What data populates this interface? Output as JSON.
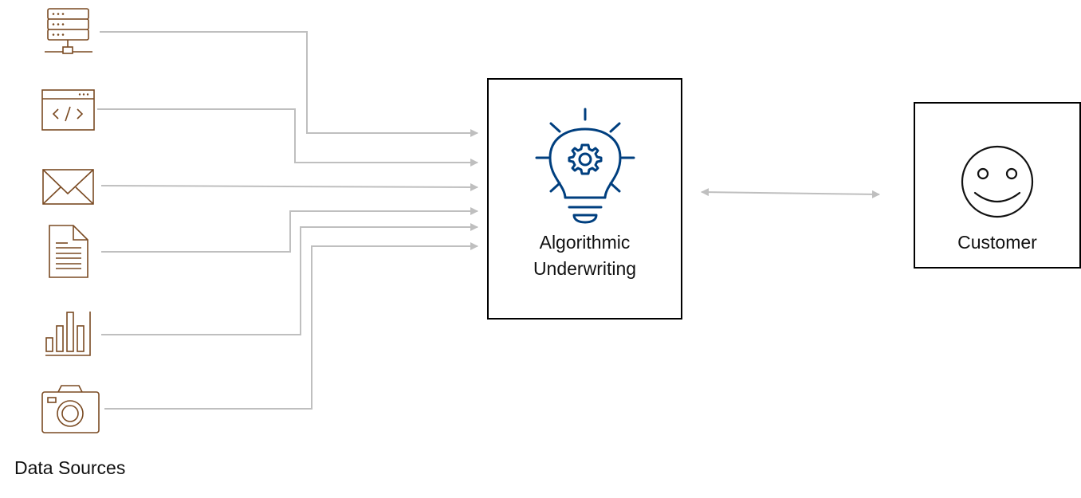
{
  "diagram": {
    "title": "Algorithmic Underwriting Data Flow",
    "colors": {
      "source_icon": "#7a4a22",
      "source_icon_fill": "#f3dcc4",
      "connector": "#bfbfbf",
      "bulb_icon": "#003f7f",
      "box_border": "#000000",
      "text": "#111111"
    },
    "sources": {
      "label": "Data Sources",
      "items": [
        {
          "id": "server",
          "icon": "server-icon"
        },
        {
          "id": "code",
          "icon": "code-window-icon"
        },
        {
          "id": "email",
          "icon": "envelope-icon"
        },
        {
          "id": "document",
          "icon": "document-icon"
        },
        {
          "id": "analytics",
          "icon": "bar-chart-icon"
        },
        {
          "id": "photo",
          "icon": "camera-icon"
        }
      ]
    },
    "engine": {
      "icon": "lightbulb-gear-icon",
      "label_line1": "Algorithmic",
      "label_line2": "Underwriting"
    },
    "customer": {
      "icon": "smiley-face-icon",
      "label": "Customer"
    },
    "connections": [
      {
        "from": "server",
        "to": "engine",
        "direction": "one-way"
      },
      {
        "from": "code",
        "to": "engine",
        "direction": "one-way"
      },
      {
        "from": "email",
        "to": "engine",
        "direction": "one-way"
      },
      {
        "from": "document",
        "to": "engine",
        "direction": "one-way"
      },
      {
        "from": "analytics",
        "to": "engine",
        "direction": "one-way"
      },
      {
        "from": "photo",
        "to": "engine",
        "direction": "one-way"
      },
      {
        "from": "engine",
        "to": "customer",
        "direction": "two-way"
      }
    ]
  }
}
